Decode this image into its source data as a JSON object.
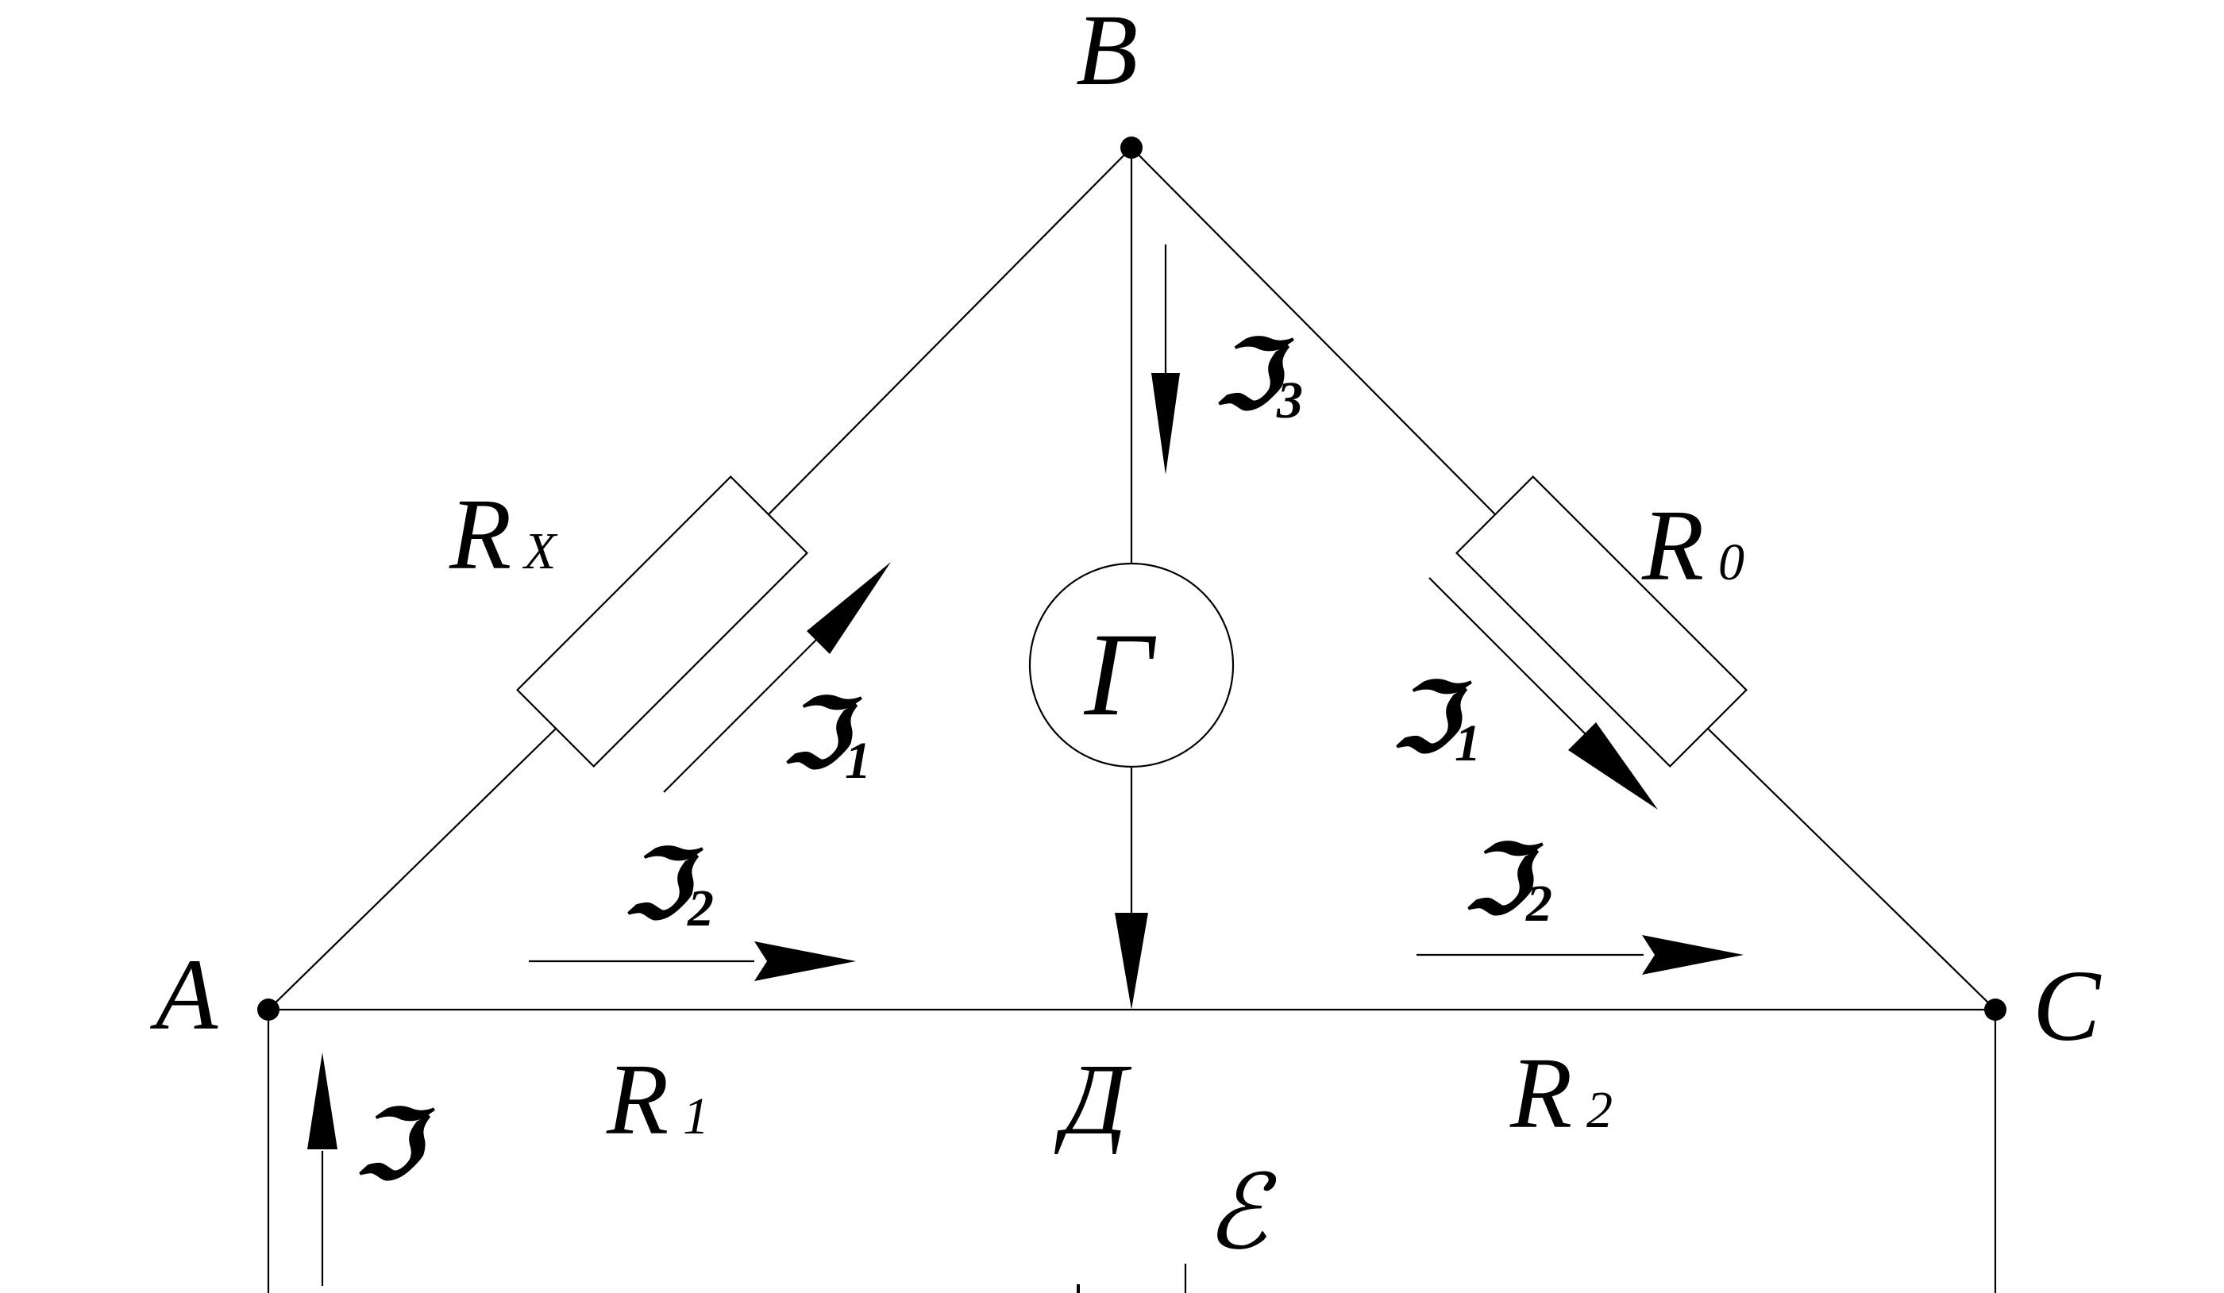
{
  "nodes": {
    "a": "A",
    "b": "B",
    "c": "C",
    "d": "Д"
  },
  "galvanometer": "Г",
  "emf": "ℰ",
  "resistors": {
    "rx": {
      "main": "R",
      "sub": "X"
    },
    "r0": {
      "main": "R",
      "sub": "0"
    },
    "r1": {
      "main": "R",
      "sub": "1"
    },
    "r2": {
      "main": "R",
      "sub": "2"
    }
  },
  "currents": {
    "i": {
      "main": "ℑ",
      "sub": ""
    },
    "i1_left": {
      "main": "ℑ",
      "sub": "1"
    },
    "i1_right": {
      "main": "ℑ",
      "sub": "1"
    },
    "i2_left": {
      "main": "ℑ",
      "sub": "2"
    },
    "i2_right": {
      "main": "ℑ",
      "sub": "2"
    },
    "i3": {
      "main": "ℑ",
      "sub": "3"
    }
  }
}
